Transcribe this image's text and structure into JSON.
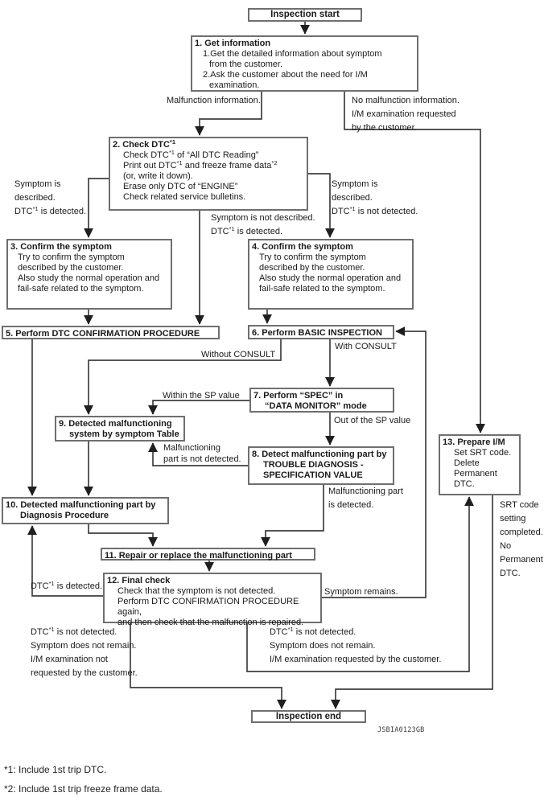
{
  "nodes": {
    "start": {
      "label": "Inspection start"
    },
    "n1": {
      "title": "1. Get information",
      "lines": [
        "1.Get the detailed information about symptom",
        "from the customer.",
        "2.Ask the customer about the need for I/M",
        "examination."
      ]
    },
    "n2": {
      "title": "2. Check DTC*1",
      "lines": [
        "Check DTC*1 of “All DTC Reading”",
        "Print out DTC*1 and freeze frame data*2",
        "(or, write it down).",
        "Erase only DTC of “ENGINE”",
        "Check related service bulletins."
      ]
    },
    "n3": {
      "title": "3. Confirm the symptom",
      "lines": [
        "Try to confirm the symptom",
        "described by the customer.",
        "Also study the normal operation and",
        "fail-safe related to the symptom."
      ]
    },
    "n4": {
      "title": "4. Confirm the symptom",
      "lines": [
        "Try to confirm the symptom",
        "described by the customer.",
        "Also study the normal operation and",
        "fail-safe related to the symptom."
      ]
    },
    "n5": {
      "title": "5. Perform DTC CONFIRMATION PROCEDURE"
    },
    "n6": {
      "title": "6. Perform BASIC INSPECTION"
    },
    "n7": {
      "lines": [
        "7. Perform “SPEC” in",
        "“DATA MONITOR” mode"
      ]
    },
    "n8": {
      "lines": [
        "8. Detect malfunctioning part by",
        "TROUBLE DIAGNOSIS -",
        "SPECIFICATION VALUE"
      ]
    },
    "n9": {
      "lines": [
        "9. Detected malfunctioning",
        "system by symptom Table"
      ]
    },
    "n10": {
      "lines": [
        "10. Detected malfunctioning part by",
        "Diagnosis Procedure"
      ]
    },
    "n11": {
      "title": "11. Repair or replace the malfunctioning part"
    },
    "n12": {
      "title": "12. Final check",
      "lines": [
        "Check that the symptom is not detected.",
        "Perform DTC CONFIRMATION PROCEDURE again,",
        "and then check that the malfunction is repaired."
      ]
    },
    "n13": {
      "title": "13. Prepare I/M",
      "lines": [
        "Set SRT code.",
        "Delete",
        "Permanent",
        "DTC."
      ]
    },
    "end": {
      "label": "Inspection end"
    }
  },
  "labels": {
    "malfunction_info": "Malfunction information.",
    "no_malfunction_info": [
      "No malfunction information.",
      "I/M examination requested",
      "by the customer."
    ],
    "sym_desc_dtc": [
      "Symptom is",
      "described.",
      "DTC*1 is detected."
    ],
    "sym_desc_no_dtc": [
      "Symptom is",
      "described.",
      "DTC*1 is not detected."
    ],
    "sym_not_desc_dtc": [
      "Symptom is not described.",
      "DTC*1 is detected."
    ],
    "without_consult": "Without CONSULT",
    "with_consult": "With CONSULT",
    "within_sp": "Within the SP value",
    "out_sp": "Out of the SP value",
    "part_not_detected": [
      "Malfunctioning",
      "part is not detected."
    ],
    "part_detected": [
      "Malfunctioning part",
      "is detected."
    ],
    "srt": [
      "SRT code",
      "setting",
      "completed.",
      "No",
      "Permanent",
      "DTC."
    ],
    "dtc_detected": "DTC*1 is detected.",
    "symptom_remains": "Symptom remains.",
    "end_left": [
      "DTC*1 is not detected.",
      "Symptom does not remain.",
      "I/M examination not",
      "requested by the customer."
    ],
    "end_mid": [
      "DTC*1 is not detected.",
      "Symptom does not remain.",
      "I/M examination requested by the customer."
    ]
  },
  "footnotes": [
    "*1: Include 1st trip DTC.",
    "*2: Include 1st trip freeze frame data."
  ],
  "figure_code": "JSBIA0123GB"
}
